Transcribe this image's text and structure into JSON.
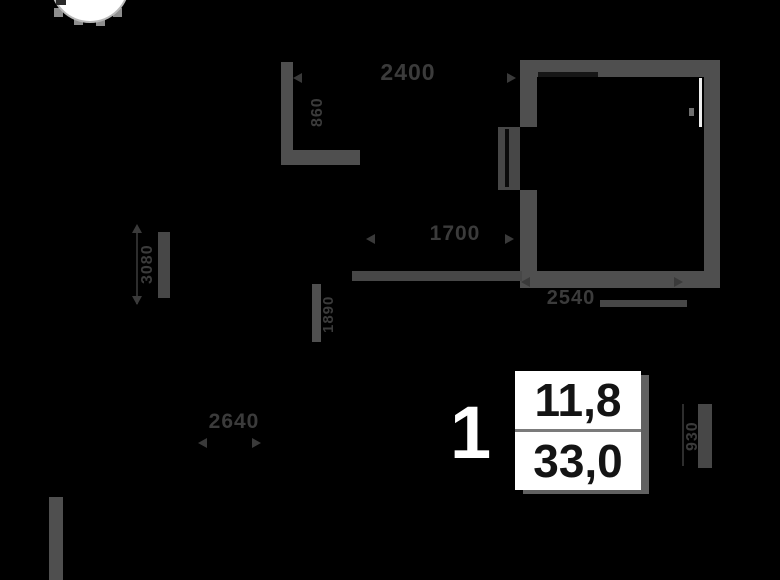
{
  "spec": {
    "rooms": "1",
    "area_living": "11,8",
    "area_total": "33,0"
  },
  "dimensions": {
    "top_width": "2400",
    "hall_width": "1700",
    "lower_left_width": "2640",
    "room_width": "2540",
    "left_height": "3080",
    "upper_left_height": "860",
    "mid_height": "1890",
    "right_height": "930"
  },
  "colors": {
    "background": "#000000",
    "wall": "#4f4f4f",
    "dim_text": "#3b3b3b",
    "white": "#ffffff"
  }
}
